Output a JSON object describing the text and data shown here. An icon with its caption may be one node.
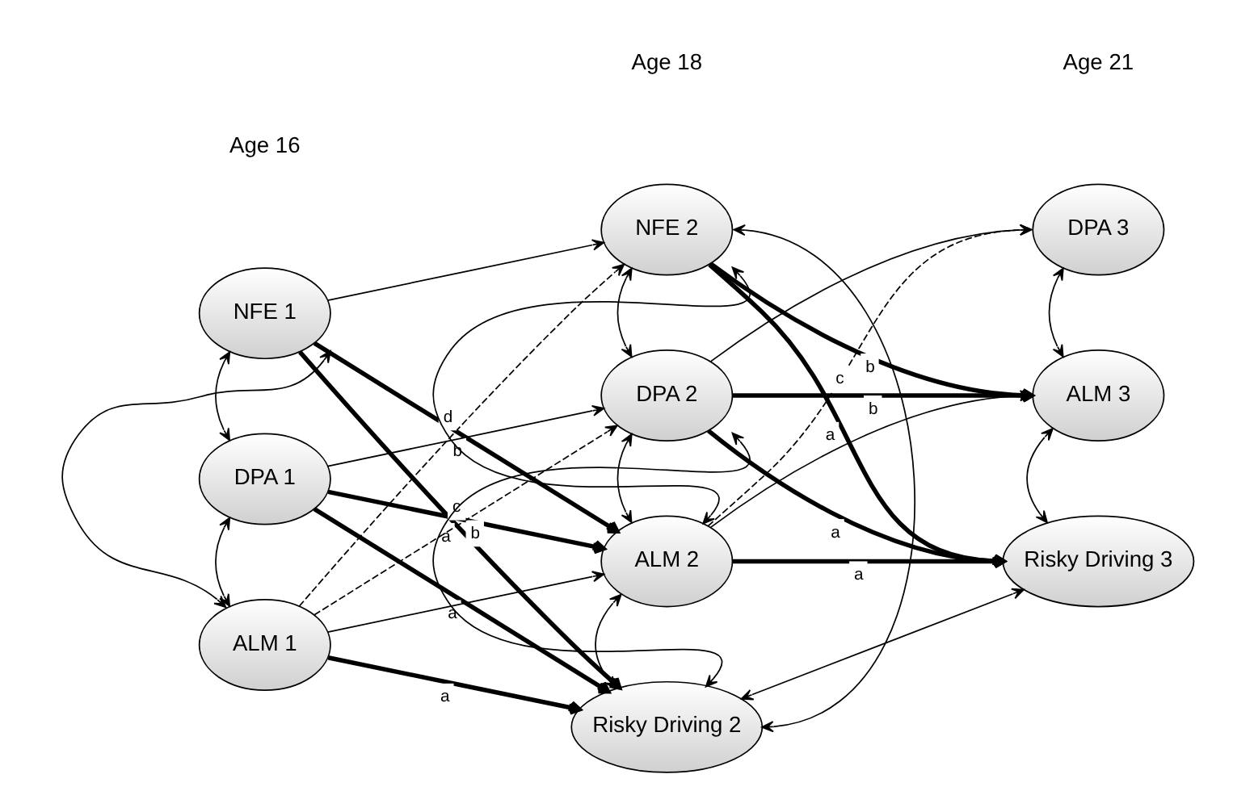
{
  "diagram": {
    "nodes": [
      {
        "text": [
          "NFE 1"
        ]
      },
      {
        "text": [
          "DPA 1"
        ]
      },
      {
        "text": [
          "ALM 1"
        ]
      },
      {
        "text": [
          "NFE 2"
        ]
      },
      {
        "text": [
          "DPA 2"
        ]
      },
      {
        "text": [
          "ALM 2"
        ]
      },
      {
        "text": [
          "Risky Driving 2"
        ]
      },
      {
        "text": [
          "DPA 3"
        ]
      },
      {
        "text": [
          "ALM 3"
        ]
      },
      {
        "text": [
          "Risky Driving 3"
        ]
      }
    ],
    "edges": [
      {
        "from": 0,
        "to": 3,
        "arrow": "to"
      },
      {
        "from": 0,
        "to": 5,
        "arrow": "to",
        "label": "b",
        "style": "thick"
      },
      {
        "from": 0,
        "to": 6,
        "arrow": "to",
        "label": "a",
        "style": "thick"
      },
      {
        "from": 1,
        "to": 4,
        "arrow": "to"
      },
      {
        "from": 1,
        "to": 5,
        "arrow": "to",
        "label": "b",
        "style": "thick"
      },
      {
        "from": 1,
        "to": 6,
        "arrow": "to",
        "label": "a",
        "style": "thick"
      },
      {
        "from": 2,
        "to": 3,
        "arrow": "to",
        "label": "d",
        "style": "dashed"
      },
      {
        "from": 2,
        "to": 4,
        "arrow": "to",
        "label": "c",
        "style": "dashed"
      },
      {
        "from": 2,
        "to": 5,
        "arrow": "to"
      },
      {
        "from": 2,
        "to": 6,
        "arrow": "to",
        "label": "a",
        "style": "thick"
      },
      {
        "from": 0,
        "to": 1,
        "arrow": "both"
      },
      {
        "from": 1,
        "to": 2,
        "arrow": "both"
      },
      {
        "from": 0,
        "to": 2,
        "arrow": "both"
      },
      {
        "from": 3,
        "to": 4,
        "arrow": "both"
      },
      {
        "from": 3,
        "to": 5,
        "arrow": "both"
      },
      {
        "from": 3,
        "to": 6,
        "arrow": "both"
      },
      {
        "from": 4,
        "to": 5,
        "arrow": "both"
      },
      {
        "from": 4,
        "to": 6,
        "arrow": "both"
      },
      {
        "from": 5,
        "to": 6,
        "arrow": "both"
      },
      {
        "from": 3,
        "to": 8,
        "arrow": "to",
        "label": "b",
        "style": "thick"
      },
      {
        "from": 3,
        "to": 9,
        "arrow": "to",
        "label": "a",
        "style": "thick"
      },
      {
        "from": 4,
        "to": 7,
        "arrow": "to"
      },
      {
        "from": 4,
        "to": 8,
        "arrow": "to",
        "label": "b",
        "style": "thick"
      },
      {
        "from": 4,
        "to": 9,
        "arrow": "to",
        "label": "a",
        "style": "thick"
      },
      {
        "from": 5,
        "to": 7,
        "arrow": "to",
        "label": "c",
        "style": "dashed"
      },
      {
        "from": 5,
        "to": 8,
        "arrow": "to"
      },
      {
        "from": 5,
        "to": 9,
        "arrow": "to",
        "label": "a",
        "style": "thick"
      },
      {
        "from": 6,
        "to": 9,
        "arrow": "both"
      },
      {
        "from": 7,
        "to": 8,
        "arrow": "both"
      },
      {
        "from": 8,
        "to": 9,
        "arrow": "both"
      }
    ],
    "labels": [
      "Age 16",
      "Age 18",
      "Age 21"
    ]
  }
}
